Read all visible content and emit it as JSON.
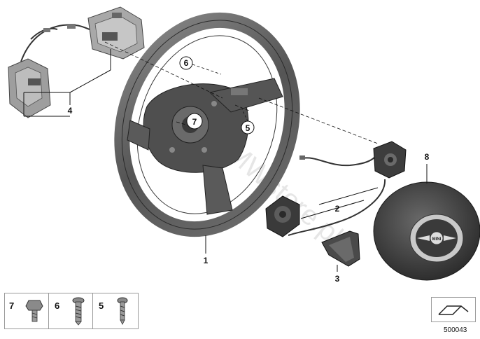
{
  "callouts": {
    "c1": "1",
    "c2": "2",
    "c3": "3",
    "c4": "4",
    "c5": "5",
    "c6": "6",
    "c7": "7",
    "c8": "8"
  },
  "legend": {
    "item7": "7",
    "item6": "6",
    "item5": "5"
  },
  "diagram_number": "500043",
  "watermark": "BMWstore.pl",
  "badge_text": "MINI",
  "colors": {
    "line": "#111111",
    "part_dark": "#5a5a5a",
    "part_light": "#bdbdbd",
    "legend_border": "#9a9a9a"
  }
}
